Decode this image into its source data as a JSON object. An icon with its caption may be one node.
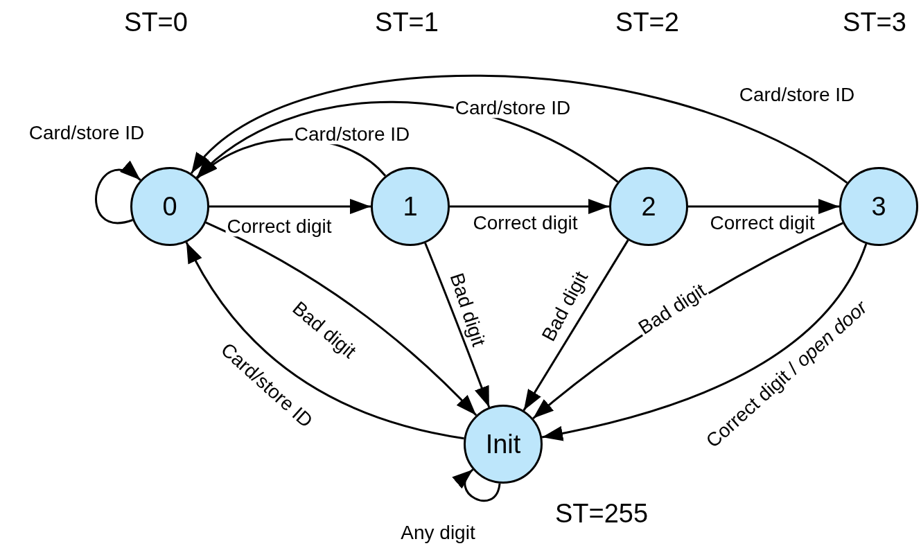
{
  "diagram": {
    "nodes": [
      {
        "text": [
          "0"
        ]
      },
      {
        "text": [
          "1"
        ]
      },
      {
        "text": [
          "2"
        ]
      },
      {
        "text": [
          "3"
        ]
      },
      {
        "text": [
          "Init"
        ]
      }
    ],
    "edges": [
      {
        "from": 0,
        "to": 0,
        "arrow": "to",
        "label": "Card/store ID"
      },
      {
        "from": 0,
        "to": 1,
        "arrow": "to",
        "label": "Correct digit"
      },
      {
        "from": 1,
        "to": 2,
        "arrow": "to",
        "label": "Correct digit"
      },
      {
        "from": 2,
        "to": 3,
        "arrow": "to",
        "label": "Correct digit"
      },
      {
        "from": 1,
        "to": 0,
        "arrow": "to",
        "label": "Card/store ID"
      },
      {
        "from": 2,
        "to": 0,
        "arrow": "to",
        "label": "Card/store ID"
      },
      {
        "from": 3,
        "to": 0,
        "arrow": "to",
        "label": "Card/store ID"
      },
      {
        "from": 0,
        "to": 4,
        "arrow": "to",
        "label": "Bad digit"
      },
      {
        "from": 1,
        "to": 4,
        "arrow": "to",
        "label": "Bad digit"
      },
      {
        "from": 2,
        "to": 4,
        "arrow": "to",
        "label": "Bad digit"
      },
      {
        "from": 3,
        "to": 4,
        "arrow": "to",
        "label": "Bad digit"
      },
      {
        "from": 3,
        "to": 4,
        "arrow": "to",
        "label": "Correct digit / *open door*"
      },
      {
        "from": 4,
        "to": 0,
        "arrow": "to",
        "label": "Card/store ID"
      },
      {
        "from": 4,
        "to": 4,
        "arrow": "to",
        "label": "Any digit"
      }
    ],
    "labels": [
      "ST=0",
      "ST=1",
      "ST=2",
      "ST=3",
      "ST=255"
    ]
  }
}
